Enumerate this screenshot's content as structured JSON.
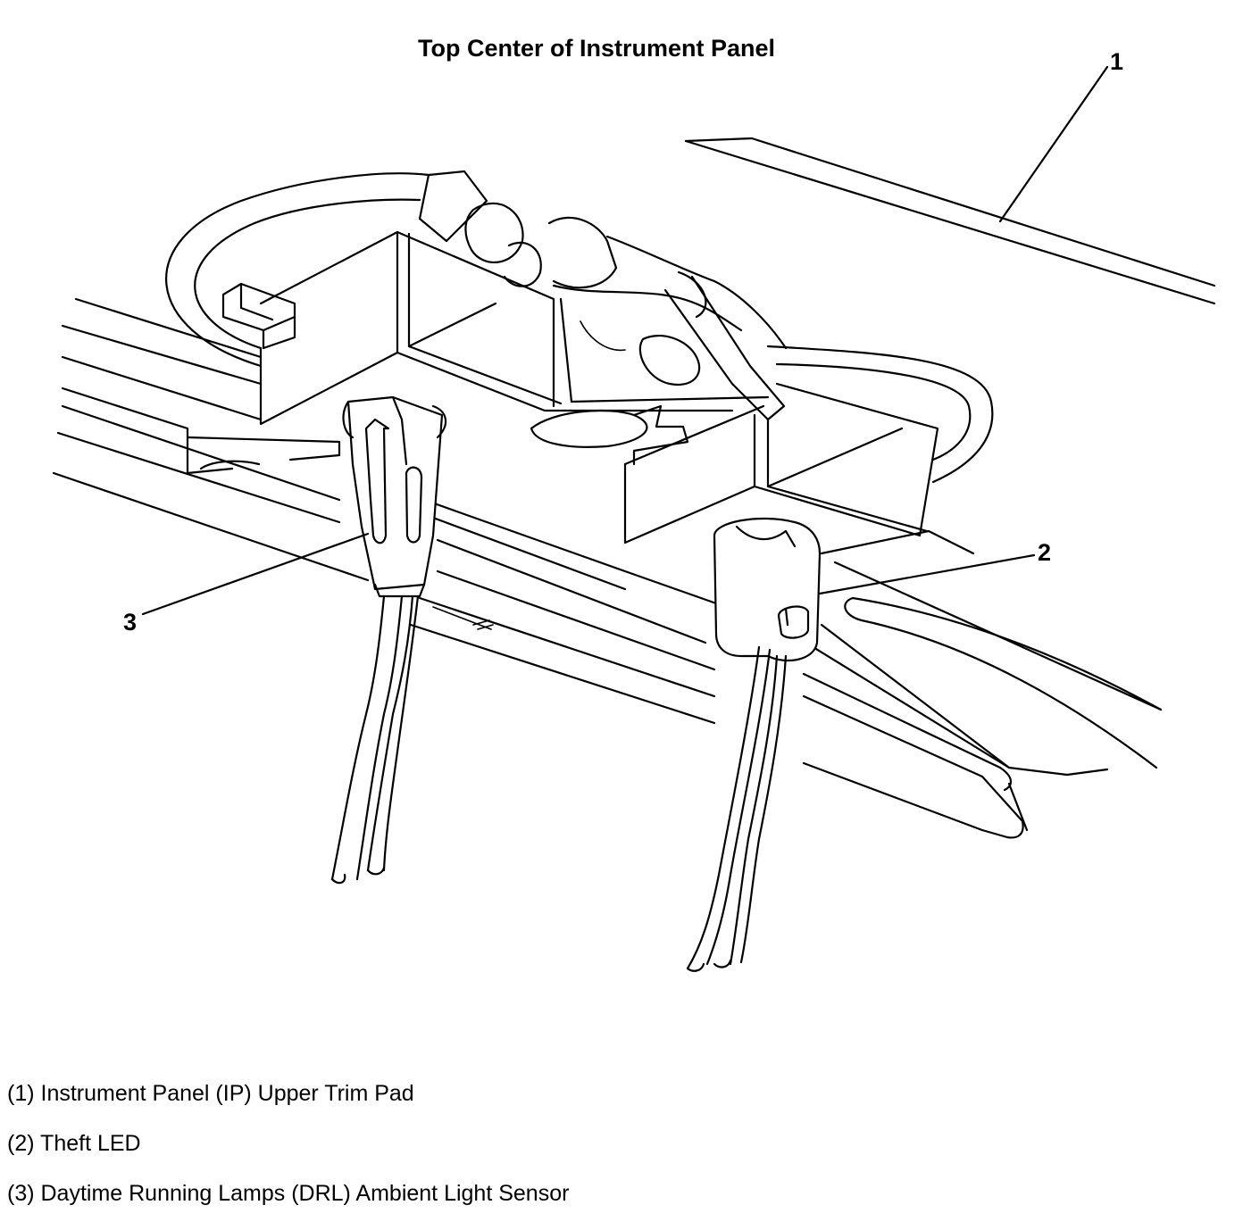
{
  "title": "Top Center of Instrument Panel",
  "callouts": [
    {
      "number": "1",
      "label": "(1) Instrument Panel (IP) Upper Trim Pad"
    },
    {
      "number": "2",
      "label": "(2) Theft LED"
    },
    {
      "number": "3",
      "label": "(3) Daytime Running Lamps (DRL) Ambient Light Sensor"
    }
  ]
}
